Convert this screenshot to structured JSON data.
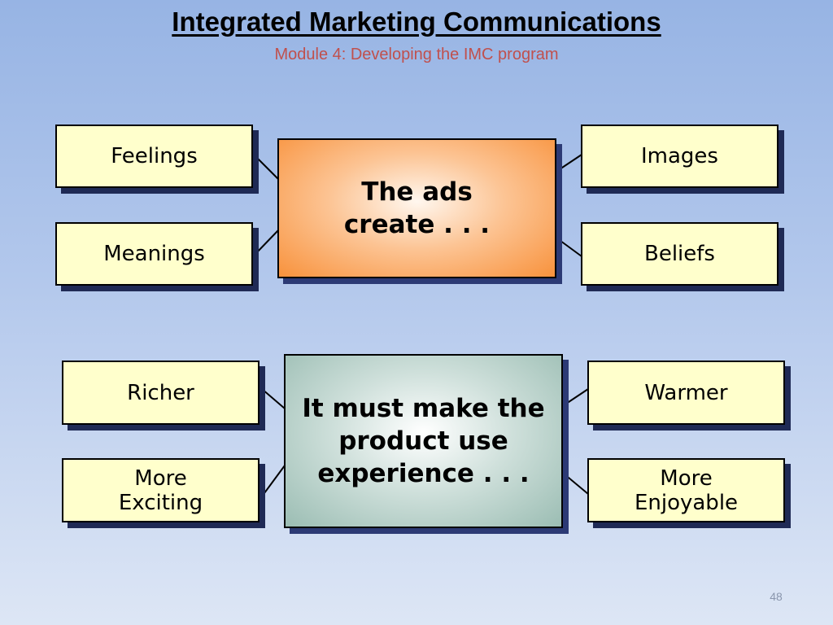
{
  "slide": {
    "title": "Integrated Marketing Communications",
    "subtitle": "Module 4: Developing the IMC program",
    "page_number": "48"
  },
  "diagram1": {
    "center": "The ads create . . .",
    "left_top": "Feelings",
    "left_bottom": "Meanings",
    "right_top": "Images",
    "right_bottom": "Beliefs"
  },
  "diagram2": {
    "center": "It must make the product use experience . . .",
    "left_top": "Richer",
    "left_bottom": "More Exciting",
    "right_top": "Warmer",
    "right_bottom": "More Enjoyable"
  },
  "colors": {
    "box_fill": "#ffffcc",
    "center1_fill": "#f8923c",
    "center2_fill": "#9bbdb3",
    "subtitle": "#c0504d"
  }
}
